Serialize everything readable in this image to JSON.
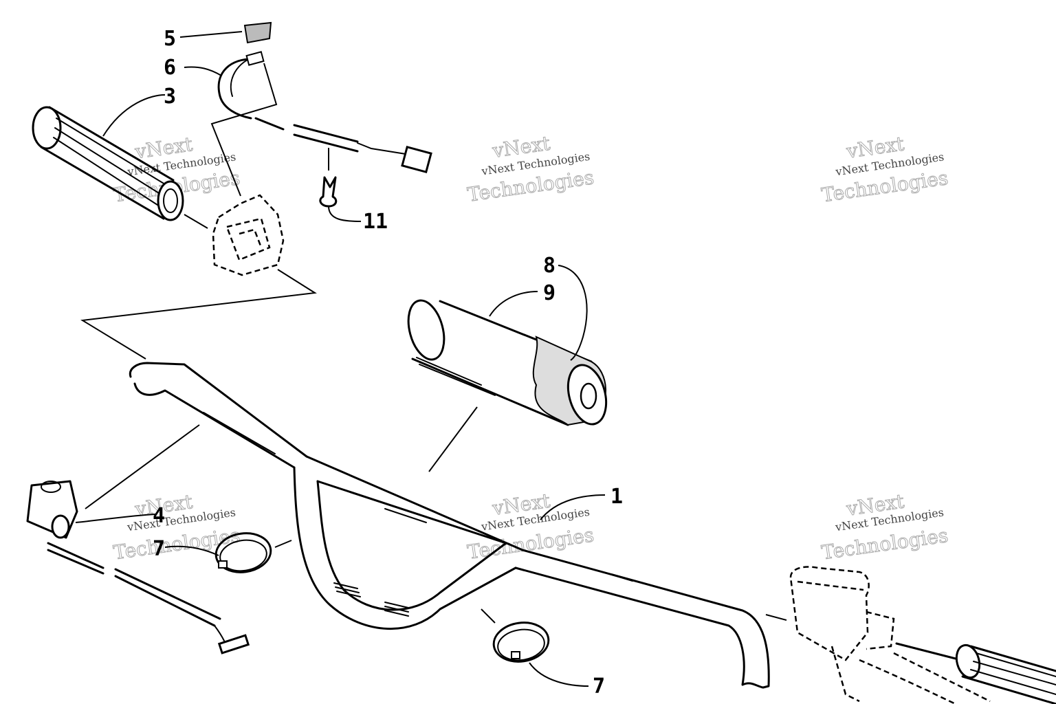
{
  "watermark": {
    "line1": "vNext Technologies",
    "line2": "Technologies",
    "line3": "vNext"
  },
  "callouts": {
    "c1": "1",
    "c3": "3",
    "c4": "4",
    "c5": "5",
    "c6": "6",
    "c7a": "7",
    "c7b": "7",
    "c8": "8",
    "c9": "9",
    "c11": "11"
  }
}
